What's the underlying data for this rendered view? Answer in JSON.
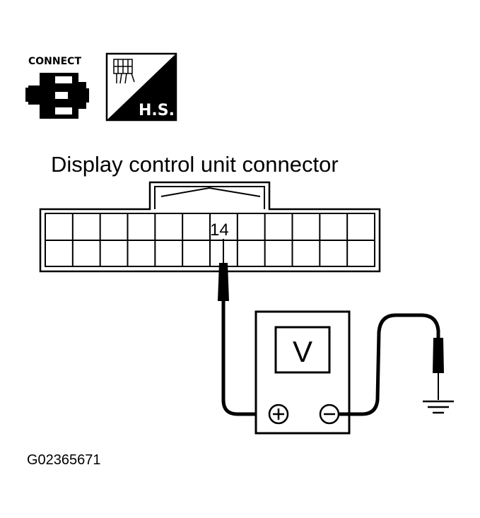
{
  "icons": {
    "connect_label": "CONNECT",
    "harness_side_label": "H.S.",
    "connect_icon": "connector-connect-icon",
    "harness_side_icon": "harness-side-icon"
  },
  "diagram": {
    "title": "Display control unit connector",
    "terminal_number": "14",
    "meter_display": "V",
    "positive_symbol": "+",
    "negative_symbol": "−",
    "ground_icon": "ground-symbol-icon"
  },
  "footer": {
    "figure_code": "G02365671"
  },
  "colors": {
    "ink": "#000000",
    "paper": "#ffffff"
  }
}
